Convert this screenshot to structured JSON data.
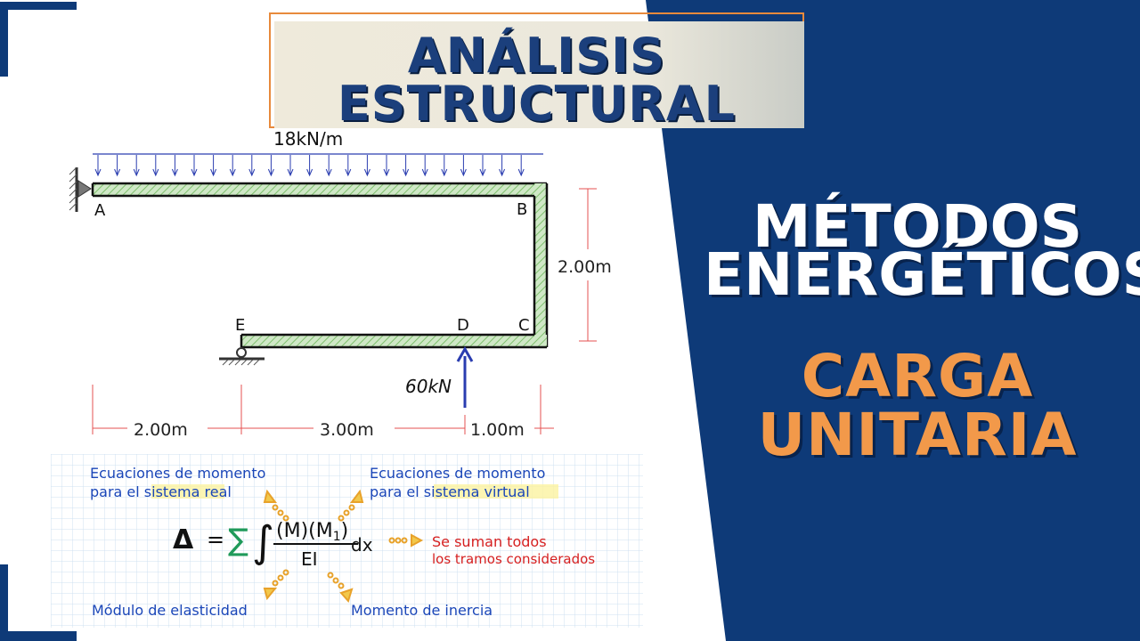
{
  "header": {
    "title_line1": "ANÁLISIS",
    "title_line2": "ESTRUCTURAL"
  },
  "right_panel": {
    "line1": "MÉTODOS",
    "line2": "ENERGÉTICOS",
    "line3": "CARGA",
    "line4": "UNITARIA"
  },
  "diagram": {
    "load_label": "18kN/m",
    "nodes": {
      "a": "A",
      "b": "B",
      "c": "C",
      "d": "D",
      "e": "E"
    },
    "point_load": "60kN",
    "height_dim": "2.00m",
    "span_dims": [
      "2.00m",
      "3.00m",
      "1.00m"
    ]
  },
  "formula": {
    "delta": "Δ",
    "equals": "=",
    "sum": "∑",
    "integral": "∫",
    "numerator": "(M)(M",
    "numerator_sub": "1",
    "numerator_close": ")",
    "denominator": "EI",
    "dx": "dx",
    "note_real_1": "Ecuaciones de momento",
    "note_real_2": "para el sistema real",
    "note_virtual_1": "Ecuaciones de momento",
    "note_virtual_2": "para el sistema virtual",
    "note_sum_1": "Se suman todos",
    "note_sum_2": "los tramos considerados",
    "note_e": "Módulo de elasticidad",
    "note_i": "Momento de inercia"
  },
  "colors": {
    "navy": "#0e3a78",
    "orange": "#e88a3c",
    "title_text": "#1b3f7c",
    "hatch_green": "#a7d49b"
  }
}
